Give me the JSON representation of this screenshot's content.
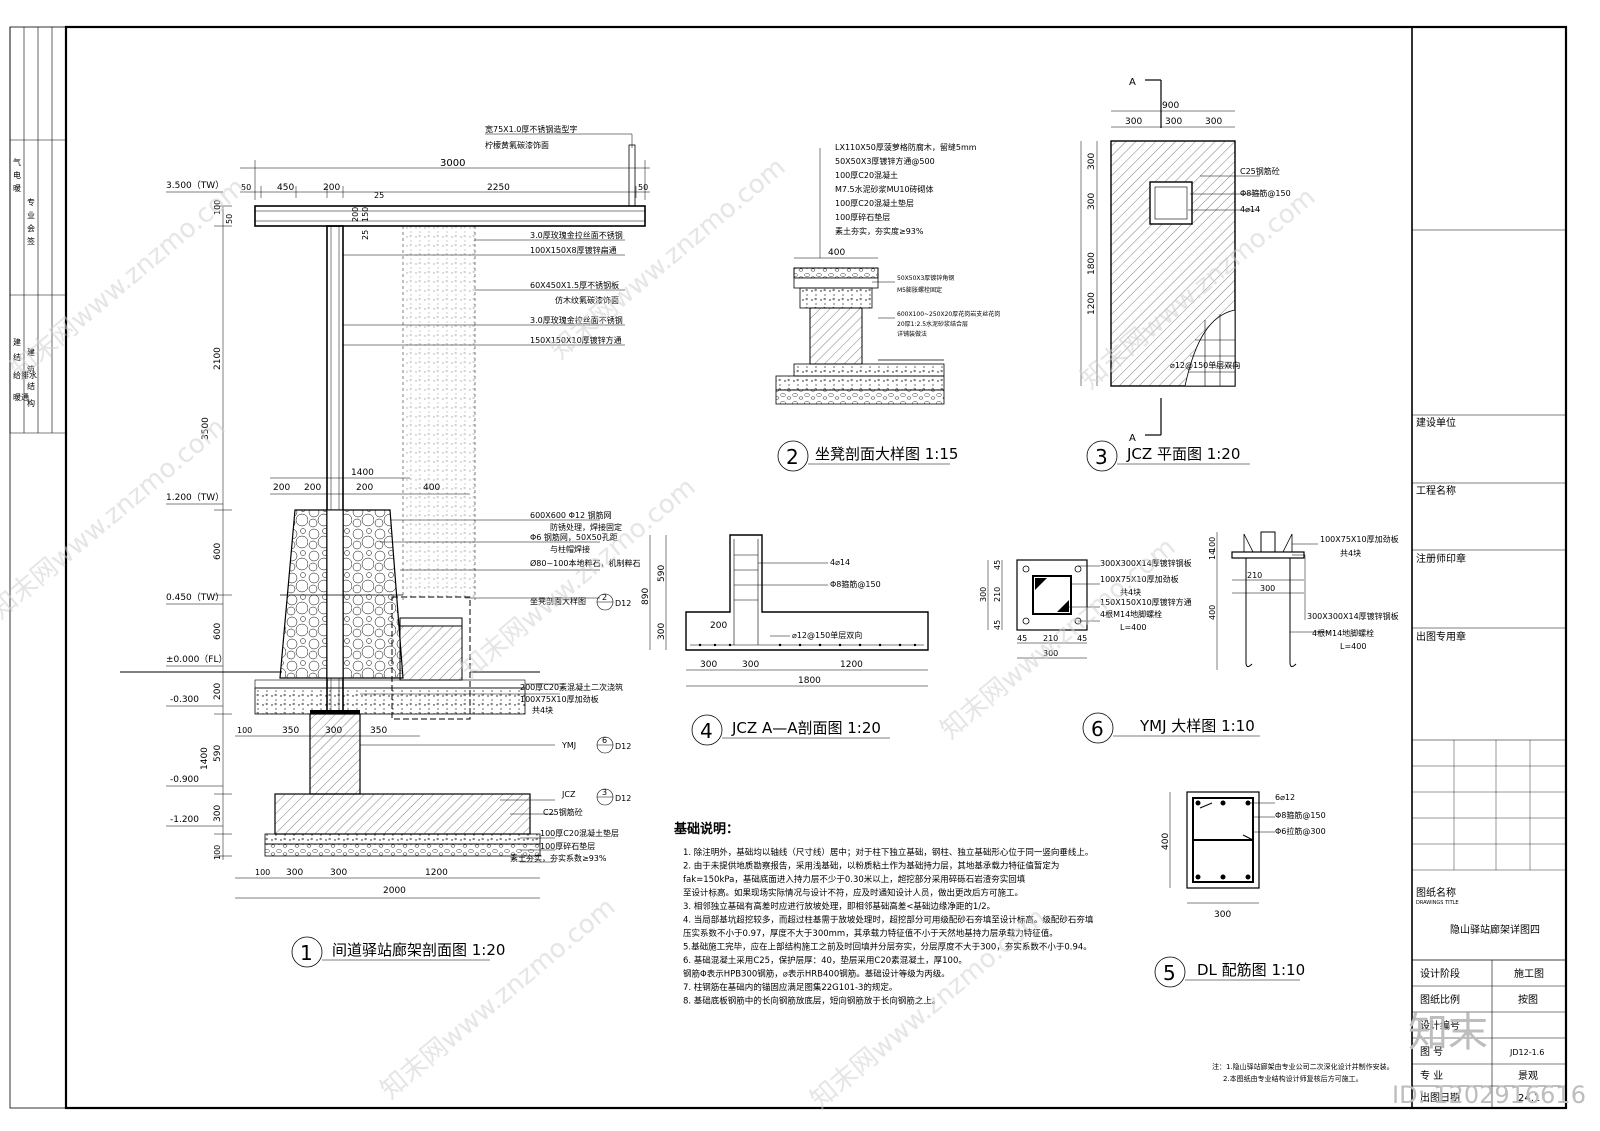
{
  "left_strip": {
    "cols": [
      [
        "气",
        "电",
        "暖"
      ],
      [
        "专",
        "业",
        "会",
        "签"
      ],
      [
        "建",
        "结",
        "给排水",
        "暖通"
      ],
      [
        "建",
        "筑",
        "结",
        "构"
      ]
    ]
  },
  "elevations": {
    "e1": "3.500（TW）",
    "e2": "1.200（TW）",
    "e3": "0.450（TW）",
    "e4": "±0.000（FL）",
    "e5": "-0.300",
    "e6": "-0.900",
    "e7": "-1.200"
  },
  "dim1": {
    "d3000": "3000",
    "d450": "450",
    "d200": "200",
    "d2250": "2250",
    "d50a": "50",
    "d50b": "50",
    "d25": "25",
    "d100": "100",
    "d50c": "50",
    "d200v": "200",
    "d150v": "150",
    "d25v": "25",
    "d2100": "2100",
    "d3500": "3500",
    "d600a": "600",
    "d600b": "600",
    "d200b": "200",
    "d1400v": "1400",
    "d590": "590",
    "d300v": "300",
    "d100v": "100",
    "d1400": "1400",
    "d200c": "200",
    "d200d": "200",
    "d200e": "200",
    "d400": "400",
    "d100b": "100",
    "d350a": "350",
    "d300b": "300",
    "d350b": "350",
    "b100": "100",
    "b300a": "300",
    "b300b": "300",
    "b1200": "1200",
    "b2000": "2000"
  },
  "notes1": {
    "n1": "宽75X1.0厚不锈钢造型字",
    "n1b": "柠檬黄氟碳漆饰面",
    "n2": "3.0厚玫瑰金拉丝面不锈钢",
    "n3": "100X150X8厚镀锌扁通",
    "n4": "60X450X1.5厚不锈钢板",
    "n4b": "仿木纹氟碳漆饰面",
    "n5": "3.0厚玫瑰金拉丝面不锈钢",
    "n6": "150X150X10厚镀锌方通",
    "n7": "600X600  Φ12 钢筋网",
    "n7b": "防锈处理，焊接固定",
    "n8": "Φ6 钢筋网，50X50孔距",
    "n8b": "与柱帽焊接",
    "n9": "Ø80~100本地粹石，机制粹石",
    "n10": "坐凳剖面大样图",
    "n11": "200厚C20素混凝土二次浇筑",
    "n12": "100X75X10厚加劲板",
    "n12b": "共4块",
    "n13": "YMJ",
    "n14": "JCZ",
    "n15": "C25钢筋砼",
    "n16": "100厚C20混凝土垫层",
    "n17": "100厚碎石垫层",
    "n18": "素土夯实，夯实系数≥93%"
  },
  "callouts": {
    "c1n": "2",
    "c1s": "D12",
    "c2n": "6",
    "c2s": "D12",
    "c3n": "3",
    "c3s": "D12"
  },
  "view1": {
    "num": "1",
    "title": "间道驿站廊架剖面图  1:20"
  },
  "view2": {
    "num": "2",
    "title": "坐凳剖面大样图  1:15",
    "l1": "LX110X50厚菠萝格防腐木，留缝5mm",
    "l2": "50X50X3厚镀锌方通@500",
    "l3": "100厚C20混凝土",
    "l4": "M7.5水泥砂浆MU10砖砌体",
    "l5": "100厚C20混凝土垫层",
    "l6": "100厚碎石垫层",
    "l7": "素土夯实，夯实度≥93%",
    "d400": "400",
    "s1": "50X50X3厚镀锌角钢",
    "s2": "M5膨胀螺栓固定",
    "s3": "600X100~250X20厚花岗岩支丝花岗",
    "s4": "20厚1:2.5水泥砂浆结合层",
    "s5": "详铺装做法"
  },
  "view3": {
    "num": "3",
    "title": "JCZ  平面图  1:20",
    "secA": "A",
    "d900": "900",
    "d300a": "300",
    "d300b": "300",
    "d300c": "300",
    "d1800": "1800",
    "v300a": "300",
    "v300b": "300",
    "v1200": "1200",
    "l1": "C25钢筋砼",
    "l2": "Φ8箍筋@150",
    "l3": "4⌀14",
    "l4": "⌀12@150单层双向"
  },
  "view4": {
    "num": "4",
    "title": "JCZ  A—A剖面图  1:20",
    "l1": "4⌀14",
    "l2": "Φ8箍筋@150",
    "l3": "⌀12@150单层双向",
    "d890": "890",
    "d590": "590",
    "d300": "300",
    "d200": "200",
    "b300a": "300",
    "b300b": "300",
    "b1200": "1200",
    "b1800": "1800"
  },
  "view5": {
    "num": "5",
    "title": "DL  配筋图  1:10",
    "l1": "6⌀12",
    "l2": "Φ8箍筋@150",
    "l3": "Φ6拉筋@300",
    "d400": "400",
    "d300": "300"
  },
  "view6": {
    "num": "6",
    "title": "YMJ  大样图  1:10",
    "l1": "300X300X14厚镀锌钢板",
    "l2": "100X75X10厚加劲板",
    "l2b": "共4块",
    "l3": "150X150X10厚镀锌方通",
    "l4": "4根M14地脚螺栓",
    "l4b": "L=400",
    "r1": "100X75X10厚加劲板",
    "r1b": "共4块",
    "r2": "300X300X14厚镀锌钢板",
    "r3": "4根M14地脚螺栓",
    "r3b": "L=400",
    "d45a": "45",
    "d210a": "210",
    "d45b": "45",
    "d300": "300",
    "h45a": "45",
    "h210": "210",
    "h45b": "45",
    "r100": "100",
    "r14": "14",
    "r210": "210",
    "r300": "300",
    "r400": "400"
  },
  "foundation_notes": {
    "heading": "基础说明：",
    "items": [
      "1. 除注明外，基础均以轴线（尺寸线）居中；对于柱下独立基础，钢柱、独立基础形心位于同一竖向垂线上。",
      "2. 由于未提供地质勘察报告，采用浅基础，以粉质粘土作为基础持力层，其地基承载力特征值暂定为",
      "   fak=150kPa，基础底面进入持力层不少于0.30米以上，超挖部分采用碎砾石岩渣夯实回填",
      "   至设计标高。如果现场实际情况与设计不符，应及时通知设计人员，做出更改后方可施工。",
      "3. 相邻独立基础有高差时应进行放坡处理，即相邻基础高差<基础边缘净距的1/2。",
      "4. 当局部基坑超挖较多，而超过柱基需于放坡处理时，超挖部分可用级配砂石夯填至设计标高。级配砂石夯填",
      "   压实系数不小于0.97，厚度不大于300mm，其承载力特征值不小于天然地基持力层承载力特征值。",
      "5.基础施工完毕，应在上部结构施工之前及时回填并分层夯实，分层厚度不大于300，夯实系数不小于0.94。",
      "6. 基础混凝土采用C25，保护层厚：40，垫层采用C20素混凝土，厚100。",
      "   钢筋Φ表示HPB300钢筋，⌀表示HRB400钢筋。基础设计等级为丙级。",
      "7. 柱钢筋在基础内的锚固应满足图集22G101-3的规定。",
      "8. 基础底板钢筋中的长向钢筋放底层，短向钢筋放于长向钢筋之上。"
    ]
  },
  "bottom_notes": {
    "n1": "注：1.隐山驿站廊架由专业公司二次深化设计并制作安装。",
    "n2": "2.本图纸由专业结构设计师复核后方可施工。"
  },
  "title_block": {
    "build_unit": "建设单位",
    "project_name": "工程名称",
    "registered_seal": "注册师印章",
    "drawing_seal": "出图专用章",
    "drawing_name_label": "图纸名称",
    "drawing_name_en": "DRAWINGS TITLE",
    "drawing_name": "隐山驿站廊架详图四",
    "stage_label": "设计阶段",
    "stage_value": "施工图",
    "scale_label": "图纸比例",
    "scale_value": "按图",
    "no_label": "设计编号",
    "drawing_no_label": "图    号",
    "drawing_no_value": "JD12-1.6",
    "major_label": "专    业",
    "major_value": "景观",
    "date_label": "出图日期",
    "date_value": "24.1"
  },
  "watermark": {
    "text": "知末网www.znzmo.com",
    "brand": "知末",
    "id": "ID: 1202916616"
  }
}
